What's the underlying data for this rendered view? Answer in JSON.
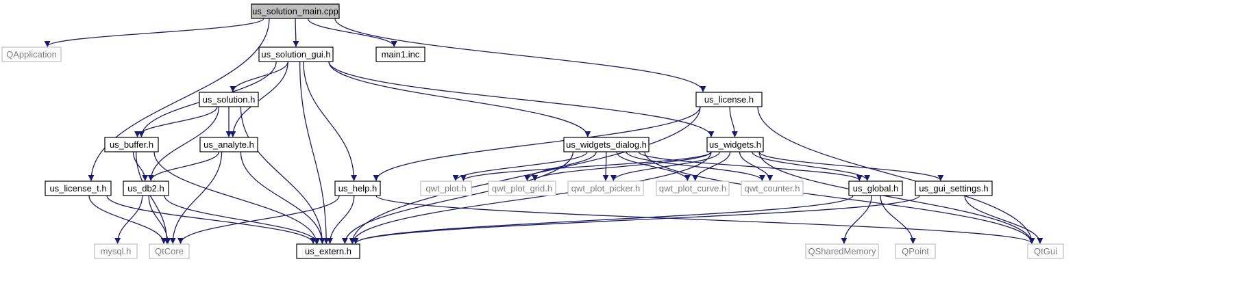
{
  "colors": {
    "edge": "#191970",
    "node_border": "#000000",
    "external_border": "#bfbfbf",
    "external_text": "#7f7f7f",
    "root_fill": "#bfbfbf",
    "text": "#000000"
  },
  "nodes": {
    "us_solution_main_cpp": {
      "label": "us_solution_main.cpp",
      "kind": "root"
    },
    "qapplication": {
      "label": "QApplication",
      "kind": "external"
    },
    "us_license_t_h": {
      "label": "us_license_t.h",
      "kind": "header"
    },
    "us_solution_gui_h": {
      "label": "us_solution_gui.h",
      "kind": "header"
    },
    "main1_inc": {
      "label": "main1.inc",
      "kind": "header"
    },
    "us_license_h": {
      "label": "us_license.h",
      "kind": "header"
    },
    "us_solution_h": {
      "label": "us_solution.h",
      "kind": "header"
    },
    "us_buffer_h": {
      "label": "us_buffer.h",
      "kind": "header"
    },
    "us_analyte_h": {
      "label": "us_analyte.h",
      "kind": "header"
    },
    "us_widgets_dialog_h": {
      "label": "us_widgets_dialog.h",
      "kind": "header"
    },
    "us_widgets_h": {
      "label": "us_widgets.h",
      "kind": "header"
    },
    "us_db2_h": {
      "label": "us_db2.h",
      "kind": "header"
    },
    "us_help_h": {
      "label": "us_help.h",
      "kind": "header"
    },
    "qwt_plot_h": {
      "label": "qwt_plot.h",
      "kind": "external"
    },
    "qwt_plot_grid_h": {
      "label": "qwt_plot_grid.h",
      "kind": "external"
    },
    "qwt_plot_picker_h": {
      "label": "qwt_plot_picker.h",
      "kind": "external"
    },
    "qwt_plot_curve_h": {
      "label": "qwt_plot_curve.h",
      "kind": "external"
    },
    "qwt_counter_h": {
      "label": "qwt_counter.h",
      "kind": "external"
    },
    "us_global_h": {
      "label": "us_global.h",
      "kind": "header"
    },
    "us_gui_settings_h": {
      "label": "us_gui_settings.h",
      "kind": "header"
    },
    "mysql_h": {
      "label": "mysql.h",
      "kind": "external"
    },
    "qtcore": {
      "label": "QtCore",
      "kind": "external"
    },
    "us_extern_h": {
      "label": "us_extern.h",
      "kind": "header"
    },
    "qsharedmemory": {
      "label": "QSharedMemory",
      "kind": "external"
    },
    "qpoint": {
      "label": "QPoint",
      "kind": "external"
    },
    "qtgui": {
      "label": "QtGui",
      "kind": "external"
    }
  },
  "edges": [
    [
      "us_solution_main_cpp",
      "qapplication"
    ],
    [
      "us_solution_main_cpp",
      "us_license_t_h"
    ],
    [
      "us_solution_main_cpp",
      "us_solution_gui_h"
    ],
    [
      "us_solution_main_cpp",
      "main1_inc"
    ],
    [
      "us_solution_main_cpp",
      "us_license_h"
    ],
    [
      "us_solution_gui_h",
      "us_solution_h"
    ],
    [
      "us_solution_gui_h",
      "us_buffer_h"
    ],
    [
      "us_solution_gui_h",
      "us_analyte_h"
    ],
    [
      "us_solution_gui_h",
      "us_extern_h"
    ],
    [
      "us_solution_gui_h",
      "us_help_h"
    ],
    [
      "us_solution_gui_h",
      "us_widgets_dialog_h"
    ],
    [
      "us_solution_gui_h",
      "us_widgets_h"
    ],
    [
      "us_solution_h",
      "us_buffer_h"
    ],
    [
      "us_solution_h",
      "us_analyte_h"
    ],
    [
      "us_solution_h",
      "us_db2_h"
    ],
    [
      "us_solution_h",
      "us_extern_h"
    ],
    [
      "us_buffer_h",
      "us_db2_h"
    ],
    [
      "us_buffer_h",
      "qtcore"
    ],
    [
      "us_buffer_h",
      "us_extern_h"
    ],
    [
      "us_analyte_h",
      "us_db2_h"
    ],
    [
      "us_analyte_h",
      "qtcore"
    ],
    [
      "us_analyte_h",
      "us_extern_h"
    ],
    [
      "us_license_t_h",
      "qtcore"
    ],
    [
      "us_license_t_h",
      "us_extern_h"
    ],
    [
      "us_db2_h",
      "mysql_h"
    ],
    [
      "us_db2_h",
      "qtcore"
    ],
    [
      "us_db2_h",
      "us_extern_h"
    ],
    [
      "us_help_h",
      "qtcore"
    ],
    [
      "us_help_h",
      "us_extern_h"
    ],
    [
      "us_help_h",
      "qtgui"
    ],
    [
      "us_license_h",
      "us_help_h"
    ],
    [
      "us_license_h",
      "us_widgets_h"
    ],
    [
      "us_license_h",
      "us_extern_h"
    ],
    [
      "us_license_h",
      "qtgui"
    ],
    [
      "us_widgets_dialog_h",
      "qwt_plot_h"
    ],
    [
      "us_widgets_dialog_h",
      "qwt_plot_grid_h"
    ],
    [
      "us_widgets_dialog_h",
      "qwt_plot_picker_h"
    ],
    [
      "us_widgets_dialog_h",
      "qwt_plot_curve_h"
    ],
    [
      "us_widgets_dialog_h",
      "qwt_counter_h"
    ],
    [
      "us_widgets_dialog_h",
      "us_global_h"
    ],
    [
      "us_widgets_dialog_h",
      "us_extern_h"
    ],
    [
      "us_widgets_dialog_h",
      "qtgui"
    ],
    [
      "us_widgets_h",
      "qwt_plot_h"
    ],
    [
      "us_widgets_h",
      "qwt_plot_grid_h"
    ],
    [
      "us_widgets_h",
      "qwt_plot_picker_h"
    ],
    [
      "us_widgets_h",
      "qwt_plot_curve_h"
    ],
    [
      "us_widgets_h",
      "qwt_counter_h"
    ],
    [
      "us_widgets_h",
      "us_global_h"
    ],
    [
      "us_widgets_h",
      "us_gui_settings_h"
    ],
    [
      "us_widgets_h",
      "us_extern_h"
    ],
    [
      "us_widgets_h",
      "qtgui"
    ],
    [
      "us_global_h",
      "qsharedmemory"
    ],
    [
      "us_global_h",
      "qpoint"
    ],
    [
      "us_global_h",
      "us_extern_h"
    ],
    [
      "us_gui_settings_h",
      "us_extern_h"
    ],
    [
      "us_gui_settings_h",
      "qtgui"
    ]
  ]
}
